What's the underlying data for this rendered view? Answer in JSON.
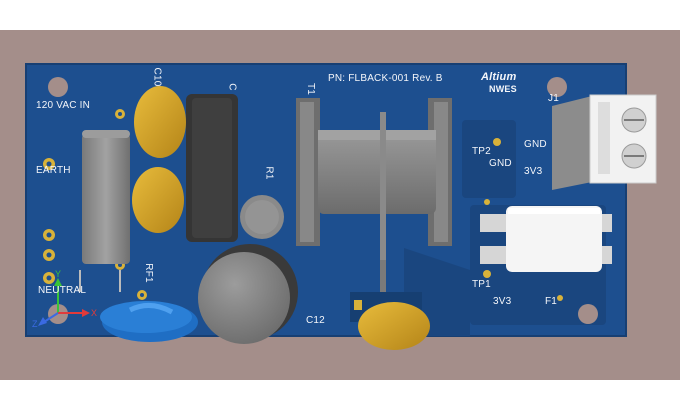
{
  "board": {
    "pn_label": "PN: FLBACK-001  Rev. B",
    "logo_top": "Altium",
    "logo_bottom": "NWES"
  },
  "silkscreen": {
    "vac_in": "120 VAC IN",
    "earth": "EARTH",
    "neutral": "NEUTRAL",
    "j1": "J1",
    "gnd_j1": "GND",
    "v3v3_j1": "3V3",
    "tp2": "TP2",
    "gnd_tp2": "GND",
    "tp1": "TP1",
    "v3v3_tp1": "3V3",
    "f1": "F1",
    "c12": "C12",
    "r1": "R1",
    "t1": "T1",
    "rf1": "RF1",
    "c10": "C10",
    "c": "C"
  },
  "triad": {
    "x": "X",
    "y": "Y",
    "z": "Z"
  },
  "colors": {
    "background": "#a48e8a",
    "pcb": "#1d4f8f",
    "silk": "#f4f6fa",
    "capacitor": "#d2a12a",
    "component_grey": "#8e8e8e",
    "varistor": "#2a7fd6"
  }
}
